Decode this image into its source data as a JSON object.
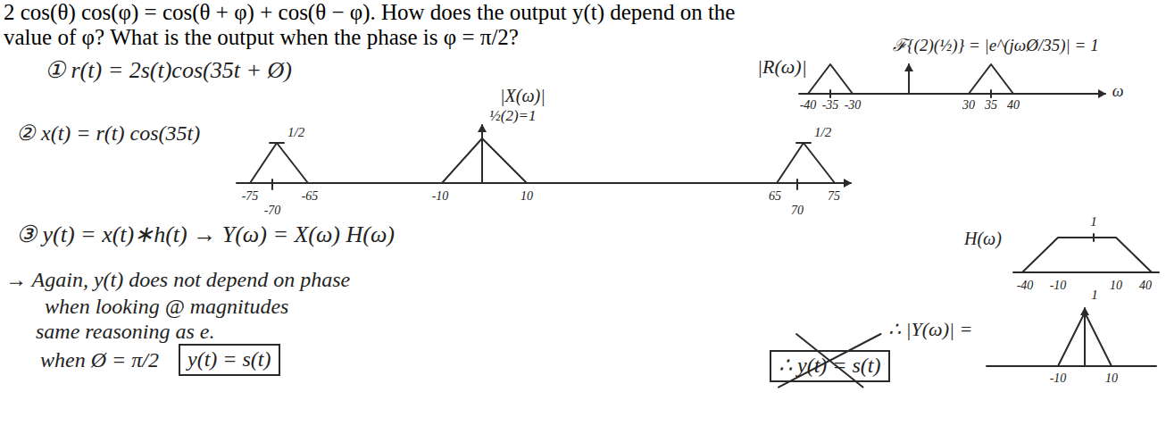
{
  "diagram": {
    "nodes": [
      {
        "text": [
          "∴ y(t) = s(t)"
        ]
      },
      {
        "text": [
          "y(t) = s(t)"
        ]
      }
    ],
    "labels": [
      "2 cos(θ) cos(φ) = cos(θ + φ) + cos(θ − φ). How does the output y(t) depend on the",
      "value of φ? What is the output when the phase is φ = π/2?",
      "① r(t) = 2s(t)cos(35t + Ø)",
      "|R(ω)|",
      "ℱ{(2)(½)} = |e^(jωØ/35)| = 1",
      "-40",
      "-35",
      "-30",
      "30",
      "35",
      "40",
      "ω",
      "② x(t) = r(t) cos(35t)",
      "|X(ω)|",
      "½(2)=1",
      "1/2",
      "1/2",
      "-75",
      "-70",
      "-65",
      "-10",
      "10",
      "65",
      "70",
      "75",
      "③ y(t) = x(t)∗h(t) → Y(ω) = X(ω) H(ω)",
      "H(ω)",
      "1",
      "-40",
      "-10",
      "10",
      "40",
      "→ Again, y(t) does not depend on phase",
      "when looking @ magnitudes",
      "same reasoning as e.",
      "when Ø = π/2",
      "∴ |Y(ω)| =",
      "1",
      "-10",
      "10"
    ]
  }
}
